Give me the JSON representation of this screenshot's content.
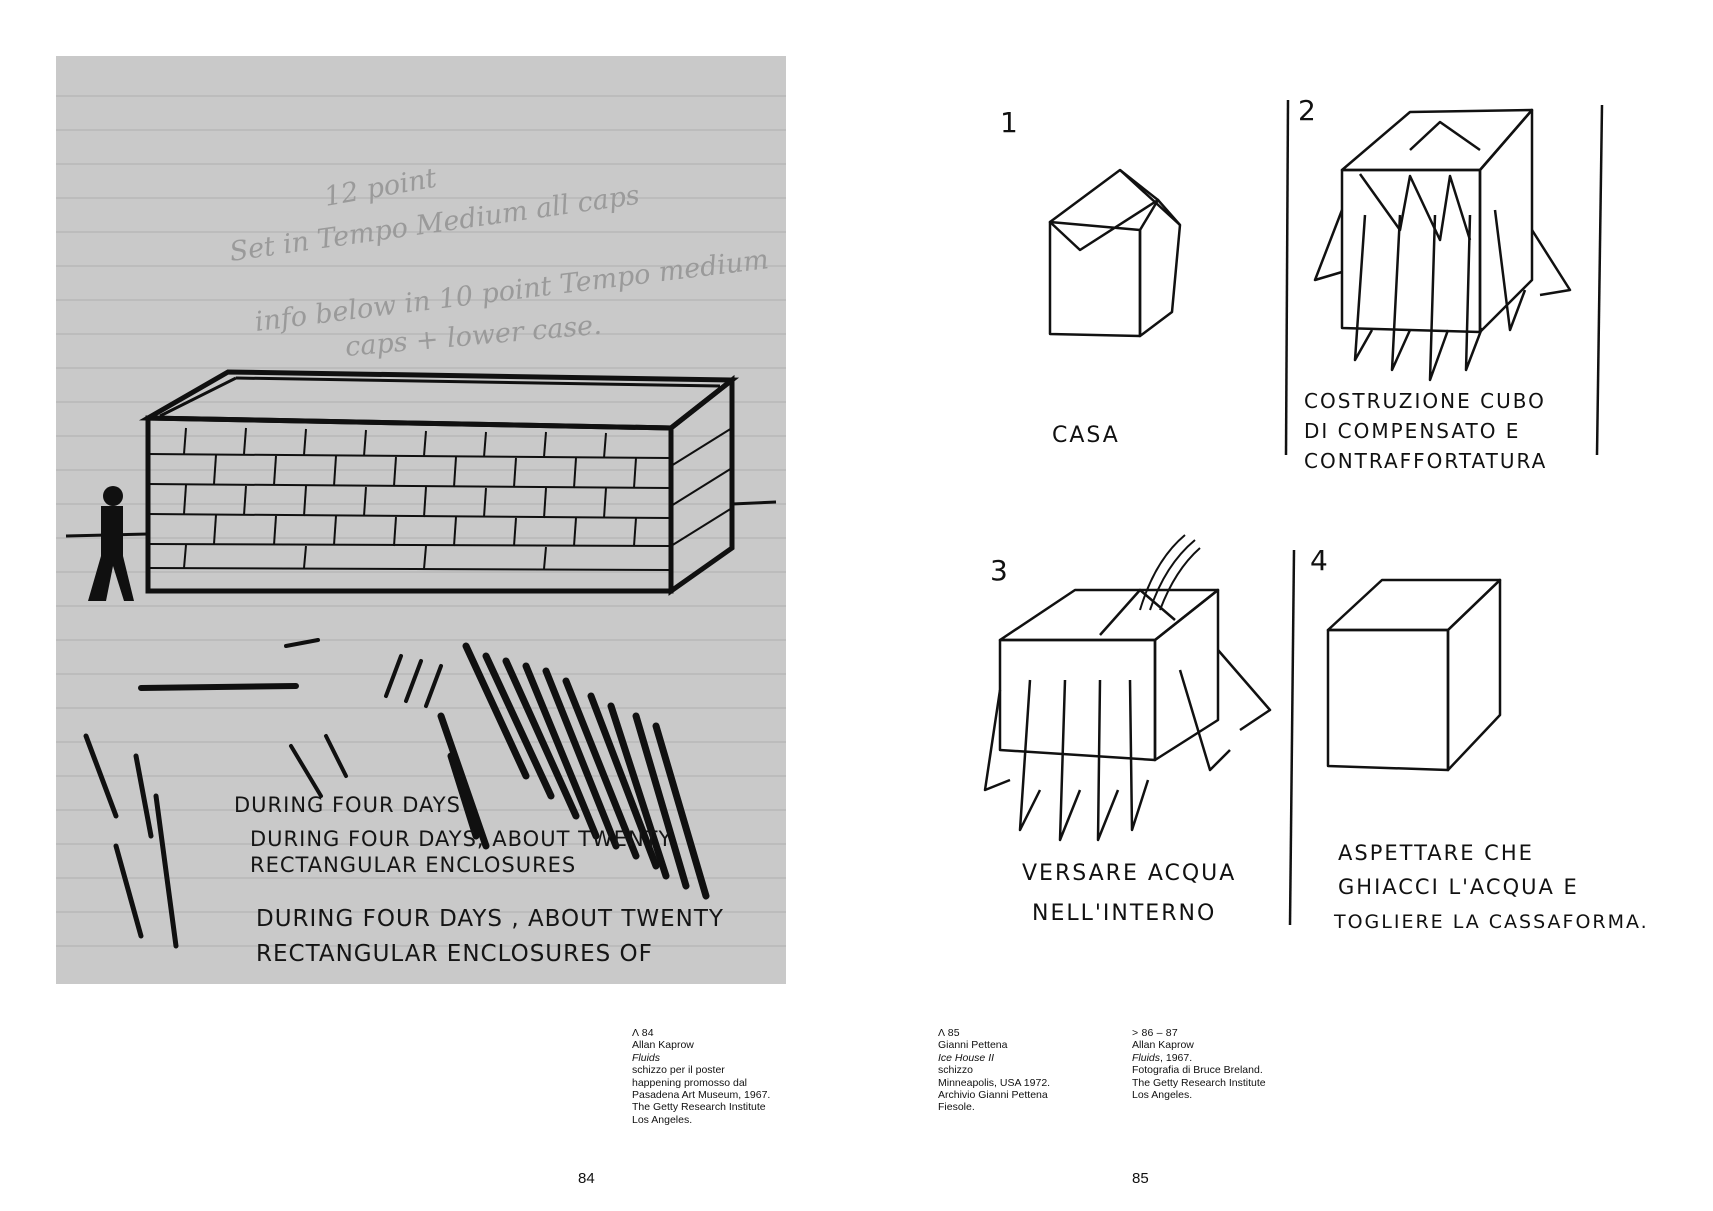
{
  "left_sketch": {
    "pencil_note_1a": "12 point",
    "pencil_note_1b": "Set in Tempo Medium all caps",
    "pencil_note_2a": "info below in 10 point Tempo medium",
    "pencil_note_2b": "caps + lower case.",
    "text_line_1": "DURING FOUR DAYS",
    "text_line_2": "DURING FOUR DAYS, ABOUT TWENTY",
    "text_line_3": "RECTANGULAR ENCLOSURES",
    "text_line_4": "DURING FOUR DAYS , ABOUT TWENTY",
    "text_line_5": "RECTANGULAR ENCLOSURES OF"
  },
  "right_sketch": {
    "panels": [
      {
        "number": "1",
        "caption": [
          "CASA"
        ]
      },
      {
        "number": "2",
        "caption": [
          "COSTRUZIONE CUBO",
          "DI COMPENSATO E",
          "CONTRAFFORTATURA"
        ]
      },
      {
        "number": "3",
        "caption": [
          "VERSARE ACQUA",
          "NELL'INTERNO"
        ]
      },
      {
        "number": "4",
        "caption": [
          "ASPETTARE CHE",
          "GHIACCI L'ACQUA E",
          "TOGLIERE LA CASSAFORMA."
        ]
      }
    ]
  },
  "captions": [
    {
      "ref": "Λ 84",
      "author": "Allan Kaprow",
      "title": "Fluids",
      "lines": [
        "schizzo per il poster",
        "happening promosso dal",
        "Pasadena Art Museum, 1967.",
        "The Getty Research Institute",
        "Los Angeles."
      ]
    },
    {
      "ref": "Λ 85",
      "author": "Gianni Pettena",
      "title": "Ice House II",
      "lines": [
        "schizzo",
        "Minneapolis, USA 1972.",
        "Archivio Gianni Pettena",
        "Fiesole."
      ]
    },
    {
      "ref": "> 86 – 87",
      "author": "Allan Kaprow",
      "title": "Fluids",
      "title_suffix": ", 1967.",
      "lines": [
        "Fotografia di Bruce Breland.",
        "The Getty Research Institute",
        "Los Angeles."
      ]
    }
  ],
  "page_numbers": {
    "left": "84",
    "right": "85"
  }
}
